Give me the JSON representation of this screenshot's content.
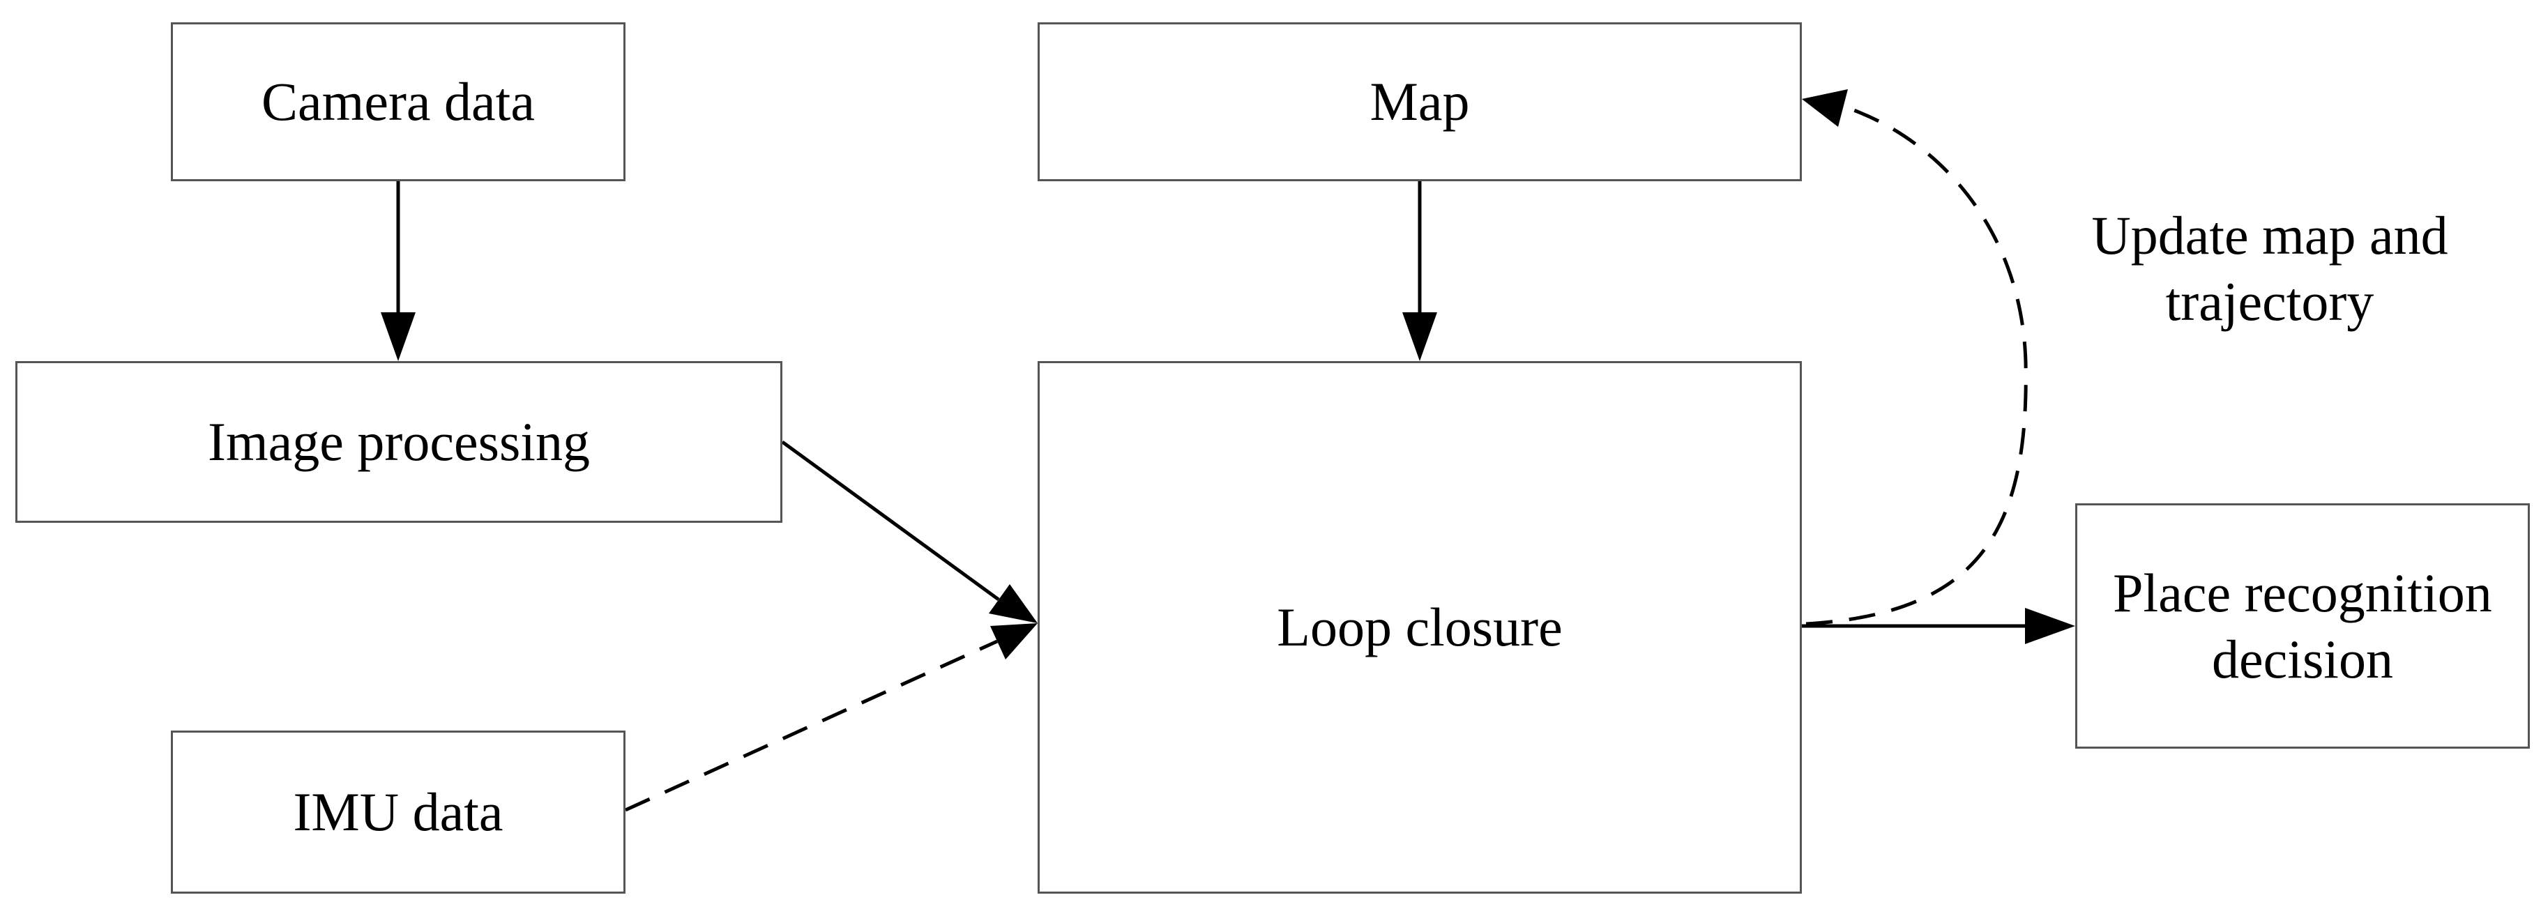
{
  "nodes": {
    "camera_data": "Camera data",
    "image_processing": "Image processing",
    "imu_data": "IMU data",
    "map": "Map",
    "loop_closure": "Loop closure",
    "place_recognition": "Place recognition decision"
  },
  "edge_labels": {
    "update": "Update map and trajectory"
  },
  "edges": [
    {
      "from": "camera_data",
      "to": "image_processing",
      "style": "solid"
    },
    {
      "from": "image_processing",
      "to": "loop_closure",
      "style": "solid"
    },
    {
      "from": "imu_data",
      "to": "loop_closure",
      "style": "dashed"
    },
    {
      "from": "map",
      "to": "loop_closure",
      "style": "solid"
    },
    {
      "from": "loop_closure",
      "to": "place_recognition",
      "style": "solid"
    },
    {
      "from": "loop_closure",
      "to": "map",
      "style": "dashed",
      "label": "Update map and trajectory"
    }
  ],
  "colors": {
    "stroke": "#000000",
    "box_border": "#555555",
    "background": "#ffffff"
  }
}
